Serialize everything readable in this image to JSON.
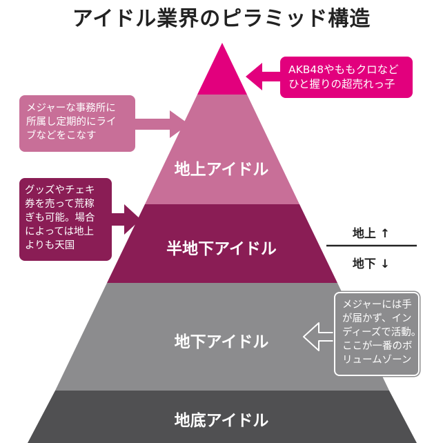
{
  "title": "アイドル業界のピラミッド構造",
  "tiers": {
    "major": "地上アイドル",
    "semi_underground": "半地下アイドル",
    "underground": "地下アイドル",
    "bottom": "地底アイドル"
  },
  "callouts": {
    "top": {
      "lines": [
        "AKB48やももクロなど",
        "ひと握りの超売れっ子"
      ]
    },
    "major": {
      "lines": [
        "メジャーな事務所に",
        "所属し定期的にライ",
        "ブなどをこなす"
      ]
    },
    "semi_underground": {
      "lines": [
        "グッズやチェキ",
        "券を売って荒稼",
        "ぎも可能。場合",
        "によっては地上",
        "よりも天国"
      ]
    },
    "underground": {
      "lines": [
        "メジャーには手",
        "が届かず、イン",
        "ディーズで活動。",
        "ここが一番のボ",
        "リュームゾーン"
      ]
    }
  },
  "divider": {
    "above": "地上 ↑",
    "below": "地下 ↓"
  },
  "colors": {
    "top_tier": "#e2007d",
    "major_tier": "#c86f98",
    "semi_tier": "#8a1d55",
    "underground_tier": "#8c8c8e",
    "bottom_tier": "#505052",
    "callout_top": "#e2007d",
    "callout_major": "#c86f98",
    "callout_semi": "#8a1d55",
    "callout_underground": "#8c8c8e"
  }
}
